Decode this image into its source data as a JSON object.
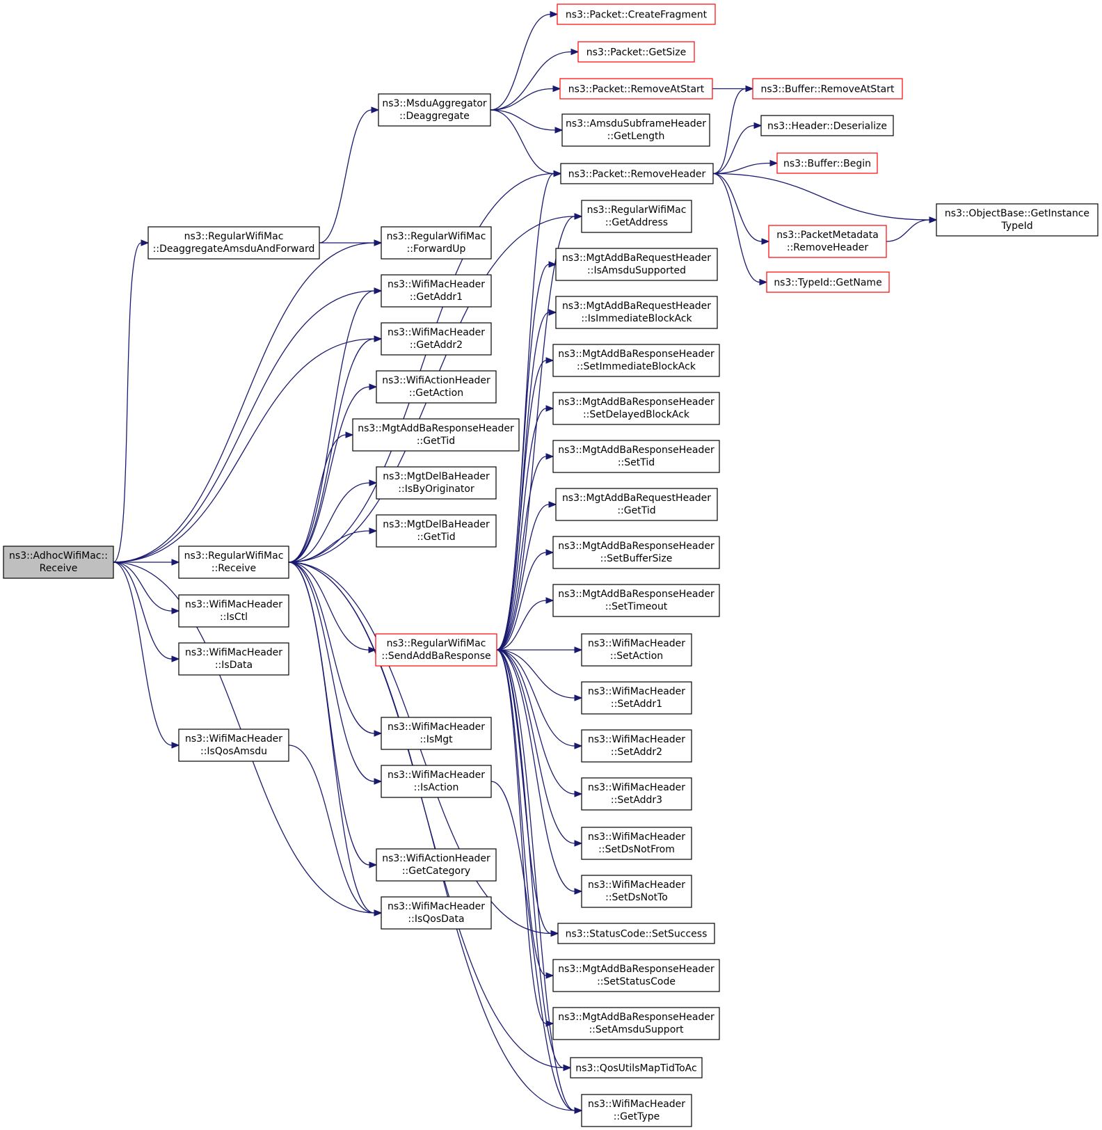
{
  "colors": {
    "edge": "#191970",
    "node_border": "#000000",
    "link_border_red": "#ff0000",
    "root_fill": "#bfbfbf",
    "background": "#ffffff"
  },
  "nodes": [
    {
      "id": "root",
      "lines": [
        "ns3::AdhocWifiMac::",
        "Receive"
      ],
      "style": "root"
    },
    {
      "id": "deagg_fwd",
      "lines": [
        "ns3::RegularWifiMac",
        "::DeaggregateAmsduAndForward"
      ],
      "style": "black"
    },
    {
      "id": "rwm_receive",
      "lines": [
        "ns3::RegularWifiMac",
        "::Receive"
      ],
      "style": "black"
    },
    {
      "id": "isctl",
      "lines": [
        "ns3::WifiMacHeader",
        "::IsCtl"
      ],
      "style": "black"
    },
    {
      "id": "isdata",
      "lines": [
        "ns3::WifiMacHeader",
        "::IsData"
      ],
      "style": "black"
    },
    {
      "id": "isqosamsdu",
      "lines": [
        "ns3::WifiMacHeader",
        "::IsQosAmsdu"
      ],
      "style": "black"
    },
    {
      "id": "msdu_deagg",
      "lines": [
        "ns3::MsduAggregator",
        "::Deaggregate"
      ],
      "style": "black"
    },
    {
      "id": "forwardup",
      "lines": [
        "ns3::RegularWifiMac",
        "::ForwardUp"
      ],
      "style": "black"
    },
    {
      "id": "getaddr1",
      "lines": [
        "ns3::WifiMacHeader",
        "::GetAddr1"
      ],
      "style": "black"
    },
    {
      "id": "getaddr2",
      "lines": [
        "ns3::WifiMacHeader",
        "::GetAddr2"
      ],
      "style": "black"
    },
    {
      "id": "getaction",
      "lines": [
        "ns3::WifiActionHeader",
        "::GetAction"
      ],
      "style": "black"
    },
    {
      "id": "resp_gettid",
      "lines": [
        "ns3::MgtAddBaResponseHeader",
        "::GetTid"
      ],
      "style": "black"
    },
    {
      "id": "del_isbyorig",
      "lines": [
        "ns3::MgtDelBaHeader",
        "::IsByOriginator"
      ],
      "style": "black"
    },
    {
      "id": "del_gettid",
      "lines": [
        "ns3::MgtDelBaHeader",
        "::GetTid"
      ],
      "style": "black"
    },
    {
      "id": "sendaddba",
      "lines": [
        "ns3::RegularWifiMac",
        "::SendAddBaResponse"
      ],
      "style": "red"
    },
    {
      "id": "ismgt",
      "lines": [
        "ns3::WifiMacHeader",
        "::IsMgt"
      ],
      "style": "black"
    },
    {
      "id": "isaction",
      "lines": [
        "ns3::WifiMacHeader",
        "::IsAction"
      ],
      "style": "black"
    },
    {
      "id": "getcategory",
      "lines": [
        "ns3::WifiActionHeader",
        "::GetCategory"
      ],
      "style": "black"
    },
    {
      "id": "isqosdata",
      "lines": [
        "ns3::WifiMacHeader",
        "::IsQosData"
      ],
      "style": "black"
    },
    {
      "id": "createfragment",
      "lines": [
        "ns3::Packet::CreateFragment"
      ],
      "style": "red"
    },
    {
      "id": "getsize",
      "lines": [
        "ns3::Packet::GetSize"
      ],
      "style": "red"
    },
    {
      "id": "removeatstart",
      "lines": [
        "ns3::Packet::RemoveAtStart"
      ],
      "style": "red"
    },
    {
      "id": "amsdu_getlength",
      "lines": [
        "ns3::AmsduSubframeHeader",
        "::GetLength"
      ],
      "style": "black"
    },
    {
      "id": "removeheader",
      "lines": [
        "ns3::Packet::RemoveHeader"
      ],
      "style": "black"
    },
    {
      "id": "getaddress",
      "lines": [
        "ns3::RegularWifiMac",
        "::GetAddress"
      ],
      "style": "black"
    },
    {
      "id": "req_isamsdu",
      "lines": [
        "ns3::MgtAddBaRequestHeader",
        "::IsAmsduSupported"
      ],
      "style": "black"
    },
    {
      "id": "req_isimm",
      "lines": [
        "ns3::MgtAddBaRequestHeader",
        "::IsImmediateBlockAck"
      ],
      "style": "black"
    },
    {
      "id": "resp_setimm",
      "lines": [
        "ns3::MgtAddBaResponseHeader",
        "::SetImmediateBlockAck"
      ],
      "style": "black"
    },
    {
      "id": "resp_setdelayed",
      "lines": [
        "ns3::MgtAddBaResponseHeader",
        "::SetDelayedBlockAck"
      ],
      "style": "black"
    },
    {
      "id": "resp_settid",
      "lines": [
        "ns3::MgtAddBaResponseHeader",
        "::SetTid"
      ],
      "style": "black"
    },
    {
      "id": "req_gettid",
      "lines": [
        "ns3::MgtAddBaRequestHeader",
        "::GetTid"
      ],
      "style": "black"
    },
    {
      "id": "resp_setbuf",
      "lines": [
        "ns3::MgtAddBaResponseHeader",
        "::SetBufferSize"
      ],
      "style": "black"
    },
    {
      "id": "resp_settimeout",
      "lines": [
        "ns3::MgtAddBaResponseHeader",
        "::SetTimeout"
      ],
      "style": "black"
    },
    {
      "id": "setaction",
      "lines": [
        "ns3::WifiMacHeader",
        "::SetAction"
      ],
      "style": "black"
    },
    {
      "id": "setaddr1",
      "lines": [
        "ns3::WifiMacHeader",
        "::SetAddr1"
      ],
      "style": "black"
    },
    {
      "id": "setaddr2",
      "lines": [
        "ns3::WifiMacHeader",
        "::SetAddr2"
      ],
      "style": "black"
    },
    {
      "id": "setaddr3",
      "lines": [
        "ns3::WifiMacHeader",
        "::SetAddr3"
      ],
      "style": "black"
    },
    {
      "id": "setdsnotfrom",
      "lines": [
        "ns3::WifiMacHeader",
        "::SetDsNotFrom"
      ],
      "style": "black"
    },
    {
      "id": "setdsnotto",
      "lines": [
        "ns3::WifiMacHeader",
        "::SetDsNotTo"
      ],
      "style": "black"
    },
    {
      "id": "setsuccess",
      "lines": [
        "ns3::StatusCode::SetSuccess"
      ],
      "style": "black"
    },
    {
      "id": "resp_setstatus",
      "lines": [
        "ns3::MgtAddBaResponseHeader",
        "::SetStatusCode"
      ],
      "style": "black"
    },
    {
      "id": "resp_setamsdu",
      "lines": [
        "ns3::MgtAddBaResponseHeader",
        "::SetAmsduSupport"
      ],
      "style": "black"
    },
    {
      "id": "qosmaptid",
      "lines": [
        "ns3::QosUtilsMapTidToAc"
      ],
      "style": "black"
    },
    {
      "id": "gettype",
      "lines": [
        "ns3::WifiMacHeader",
        "::GetType"
      ],
      "style": "black"
    },
    {
      "id": "buf_removeatstart",
      "lines": [
        "ns3::Buffer::RemoveAtStart"
      ],
      "style": "red"
    },
    {
      "id": "hdr_deserialize",
      "lines": [
        "ns3::Header::Deserialize"
      ],
      "style": "black"
    },
    {
      "id": "buf_begin",
      "lines": [
        "ns3::Buffer::Begin"
      ],
      "style": "red"
    },
    {
      "id": "pm_removeheader",
      "lines": [
        "ns3::PacketMetadata",
        "::RemoveHeader"
      ],
      "style": "red"
    },
    {
      "id": "typeid_getname",
      "lines": [
        "ns3::TypeId::GetName"
      ],
      "style": "red"
    },
    {
      "id": "objbase_gettypeid",
      "lines": [
        "ns3::ObjectBase::GetInstance",
        "TypeId"
      ],
      "style": "black"
    }
  ],
  "edges": [
    [
      "root",
      "deagg_fwd"
    ],
    [
      "root",
      "forwardup"
    ],
    [
      "root",
      "getaddr1"
    ],
    [
      "root",
      "getaddr2"
    ],
    [
      "root",
      "rwm_receive"
    ],
    [
      "root",
      "isctl"
    ],
    [
      "root",
      "isdata"
    ],
    [
      "root",
      "isqosamsdu"
    ],
    [
      "root",
      "isqosdata"
    ],
    [
      "deagg_fwd",
      "msdu_deagg"
    ],
    [
      "deagg_fwd",
      "forwardup"
    ],
    [
      "msdu_deagg",
      "createfragment"
    ],
    [
      "msdu_deagg",
      "getsize"
    ],
    [
      "msdu_deagg",
      "removeatstart"
    ],
    [
      "msdu_deagg",
      "amsdu_getlength"
    ],
    [
      "msdu_deagg",
      "removeheader"
    ],
    [
      "removeatstart",
      "buf_removeatstart"
    ],
    [
      "removeheader",
      "buf_removeatstart"
    ],
    [
      "removeheader",
      "hdr_deserialize"
    ],
    [
      "removeheader",
      "buf_begin"
    ],
    [
      "removeheader",
      "objbase_gettypeid"
    ],
    [
      "removeheader",
      "pm_removeheader"
    ],
    [
      "removeheader",
      "typeid_getname"
    ],
    [
      "pm_removeheader",
      "objbase_gettypeid"
    ],
    [
      "rwm_receive",
      "getaddr1"
    ],
    [
      "rwm_receive",
      "getaddr2"
    ],
    [
      "rwm_receive",
      "getaction"
    ],
    [
      "rwm_receive",
      "resp_gettid"
    ],
    [
      "rwm_receive",
      "del_isbyorig"
    ],
    [
      "rwm_receive",
      "del_gettid"
    ],
    [
      "rwm_receive",
      "removeheader"
    ],
    [
      "rwm_receive",
      "getaddress"
    ],
    [
      "rwm_receive",
      "sendaddba"
    ],
    [
      "rwm_receive",
      "ismgt"
    ],
    [
      "rwm_receive",
      "isaction"
    ],
    [
      "rwm_receive",
      "getcategory"
    ],
    [
      "rwm_receive",
      "isqosdata"
    ],
    [
      "rwm_receive",
      "qosmaptid"
    ],
    [
      "rwm_receive",
      "gettype"
    ],
    [
      "rwm_receive",
      "setsuccess"
    ],
    [
      "isqosamsdu",
      "isqosdata"
    ],
    [
      "isaction",
      "gettype"
    ],
    [
      "sendaddba",
      "removeheader"
    ],
    [
      "sendaddba",
      "getaddress"
    ],
    [
      "sendaddba",
      "req_isamsdu"
    ],
    [
      "sendaddba",
      "req_isimm"
    ],
    [
      "sendaddba",
      "resp_setimm"
    ],
    [
      "sendaddba",
      "resp_setdelayed"
    ],
    [
      "sendaddba",
      "resp_settid"
    ],
    [
      "sendaddba",
      "req_gettid"
    ],
    [
      "sendaddba",
      "resp_setbuf"
    ],
    [
      "sendaddba",
      "resp_settimeout"
    ],
    [
      "sendaddba",
      "setaction"
    ],
    [
      "sendaddba",
      "setaddr1"
    ],
    [
      "sendaddba",
      "setaddr2"
    ],
    [
      "sendaddba",
      "setaddr3"
    ],
    [
      "sendaddba",
      "setdsnotfrom"
    ],
    [
      "sendaddba",
      "setdsnotto"
    ],
    [
      "sendaddba",
      "setsuccess"
    ],
    [
      "sendaddba",
      "resp_setstatus"
    ],
    [
      "sendaddba",
      "resp_setamsdu"
    ],
    [
      "sendaddba",
      "qosmaptid"
    ],
    [
      "sendaddba",
      "gettype"
    ]
  ]
}
